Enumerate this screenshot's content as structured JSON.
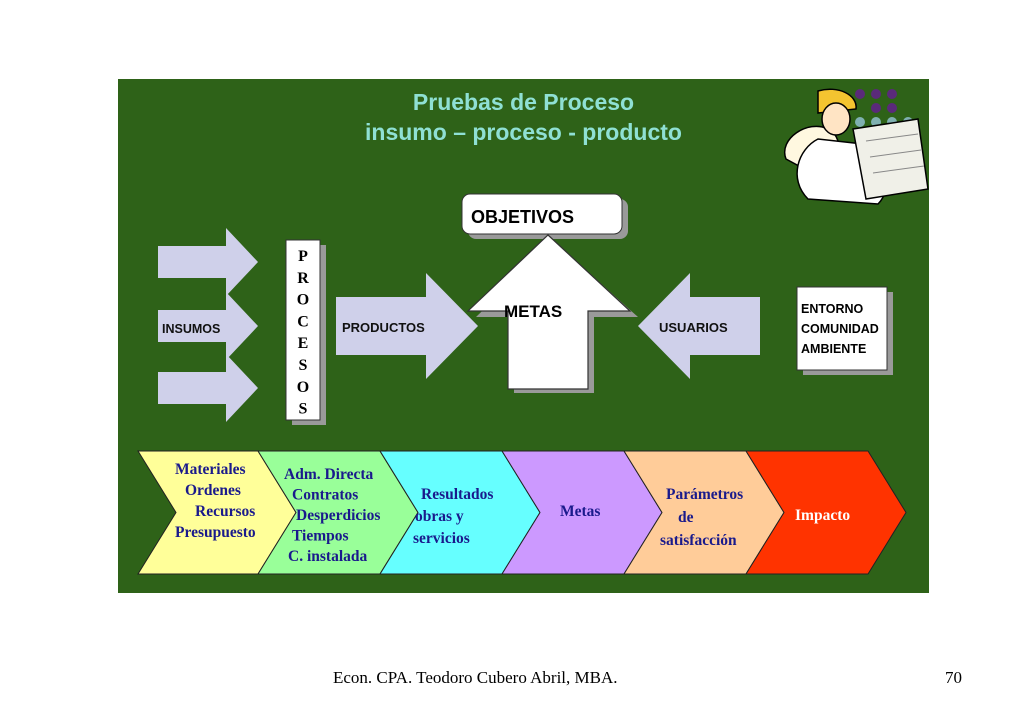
{
  "slide": {
    "title_line1": "Pruebas de Proceso",
    "title_line2": "insumo – proceso - producto"
  },
  "diagram": {
    "insumos": "INSUMOS",
    "procesos_letters": [
      "P",
      "R",
      "O",
      "C",
      "E",
      "S",
      "O",
      "S"
    ],
    "productos": "PRODUCTOS",
    "objetivos": "OBJETIVOS",
    "metas": "METAS",
    "usuarios": "USUARIOS",
    "entorno": [
      "ENTORNO",
      "COMUNIDAD",
      "AMBIENTE"
    ]
  },
  "chevrons": [
    {
      "lines": [
        "Materiales",
        "Ordenes",
        "Recursos",
        "Presupuesto"
      ],
      "color": "#ffff99"
    },
    {
      "lines": [
        "Adm. Directa",
        "Contratos",
        "Desperdicios",
        "Tiempos",
        "C. instalada"
      ],
      "color": "#99ff99"
    },
    {
      "lines": [
        "Resultados",
        "obras y",
        "servicios"
      ],
      "color": "#66ffff"
    },
    {
      "lines": [
        "Metas"
      ],
      "color": "#cc99ff"
    },
    {
      "lines": [
        "Parámetros",
        "de",
        "satisfacción"
      ],
      "color": "#ffcc99"
    },
    {
      "lines": [
        "Impacto"
      ],
      "color": "#ff3300"
    }
  ],
  "colors": {
    "background": "#2e6218",
    "title": "#8fe0d4",
    "chevron_text": "#1a1a8c"
  },
  "footer": {
    "author": "Econ. CPA. Teodoro Cubero Abril, MBA.",
    "page": "70"
  }
}
